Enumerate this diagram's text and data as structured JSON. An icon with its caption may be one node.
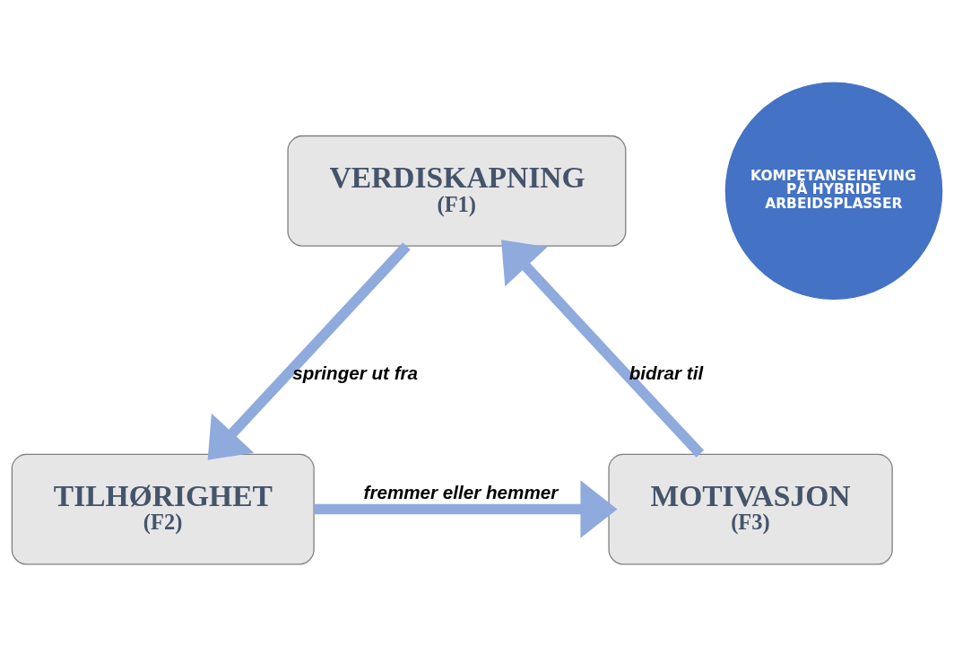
{
  "diagram": {
    "nodes": [
      {
        "text": [
          "VERDISKAPNING",
          "(F1)"
        ]
      },
      {
        "text": [
          "TILHØRIGHET",
          "(F2)"
        ]
      },
      {
        "text": [
          "MOTIVASJON",
          "(F3)"
        ]
      },
      {
        "text": [
          "KOMPETANSEHEVING PÅ HYBRIDE ARBEIDSPLASSER"
        ]
      }
    ],
    "edges": [
      {
        "from": 0,
        "to": 1,
        "arrow": "to",
        "label": "springer ut fra"
      },
      {
        "from": 1,
        "to": 2,
        "arrow": "to",
        "label": "fremmer eller hemmer"
      },
      {
        "from": 2,
        "to": 0,
        "arrow": "to",
        "label": "bidrar til"
      }
    ]
  }
}
